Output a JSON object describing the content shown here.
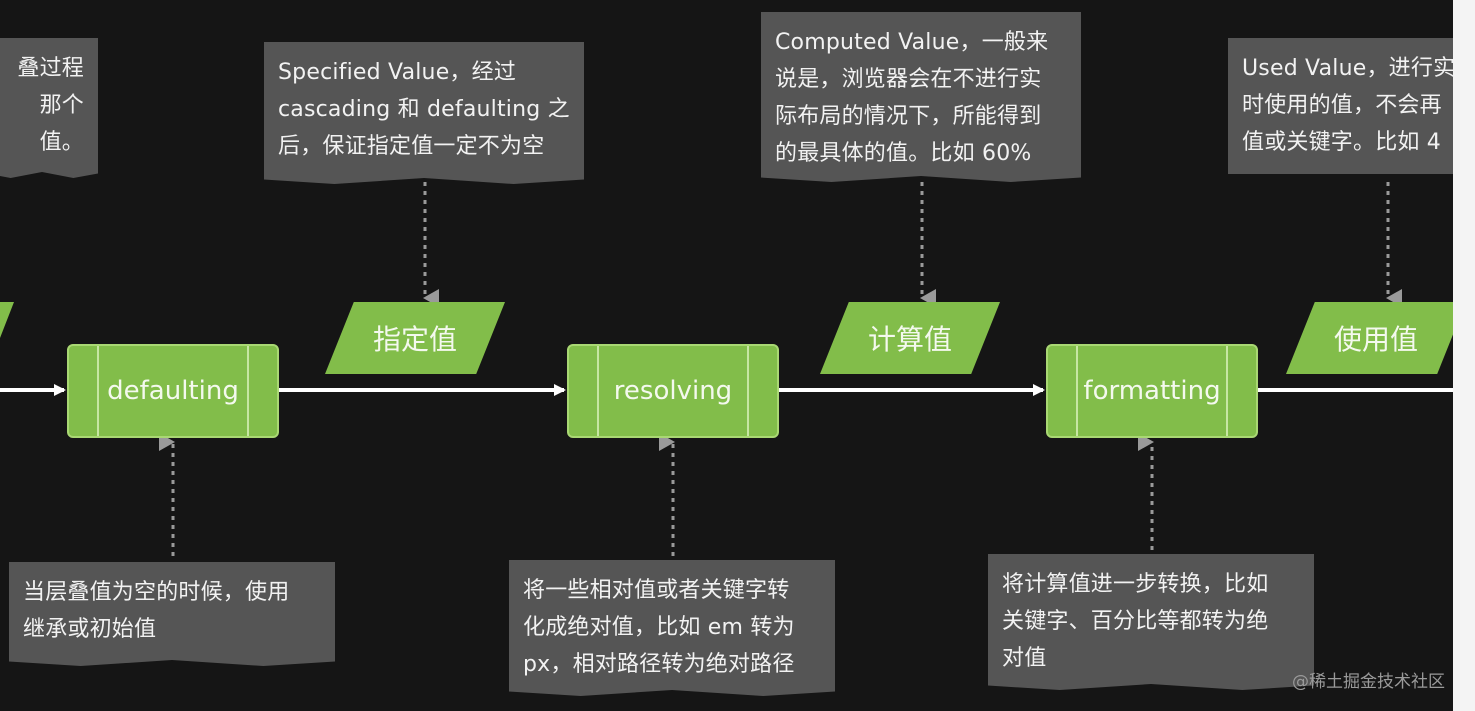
{
  "notes": {
    "top_left": "叠过程\n那个值。",
    "specified": "Specified Value，经过\ncascading 和 defaulting 之\n后，保证指定值一定不为空",
    "computed": "Computed Value，一般来\n说是，浏览器会在不进行实\n际布局的情况下，所能得到\n的最具体的值。比如 60%",
    "used": "Used Value，进行实\n时使用的值，不会再\n值或关键字。比如 4",
    "defaulting_desc": "当层叠值为空的时候，使用\n继承或初始值",
    "resolving_desc": "将一些相对值或者关键字转\n化成绝对值，比如 em 转为\npx，相对路径转为绝对路径",
    "formatting_desc": "将计算值进一步转换，比如\n关键字、百分比等都转为绝\n对值"
  },
  "processes": {
    "defaulting": "defaulting",
    "resolving": "resolving",
    "formatting": "formatting"
  },
  "values": {
    "specified": "指定值",
    "computed": "计算值",
    "used": "使用值"
  },
  "watermark": "@稀土掘金技术社区",
  "colors": {
    "background": "#151515",
    "process_fill": "#82bd4a",
    "note_fill": "#555555",
    "arrow": "#ffffff",
    "dotted": "#9a9a9a"
  }
}
